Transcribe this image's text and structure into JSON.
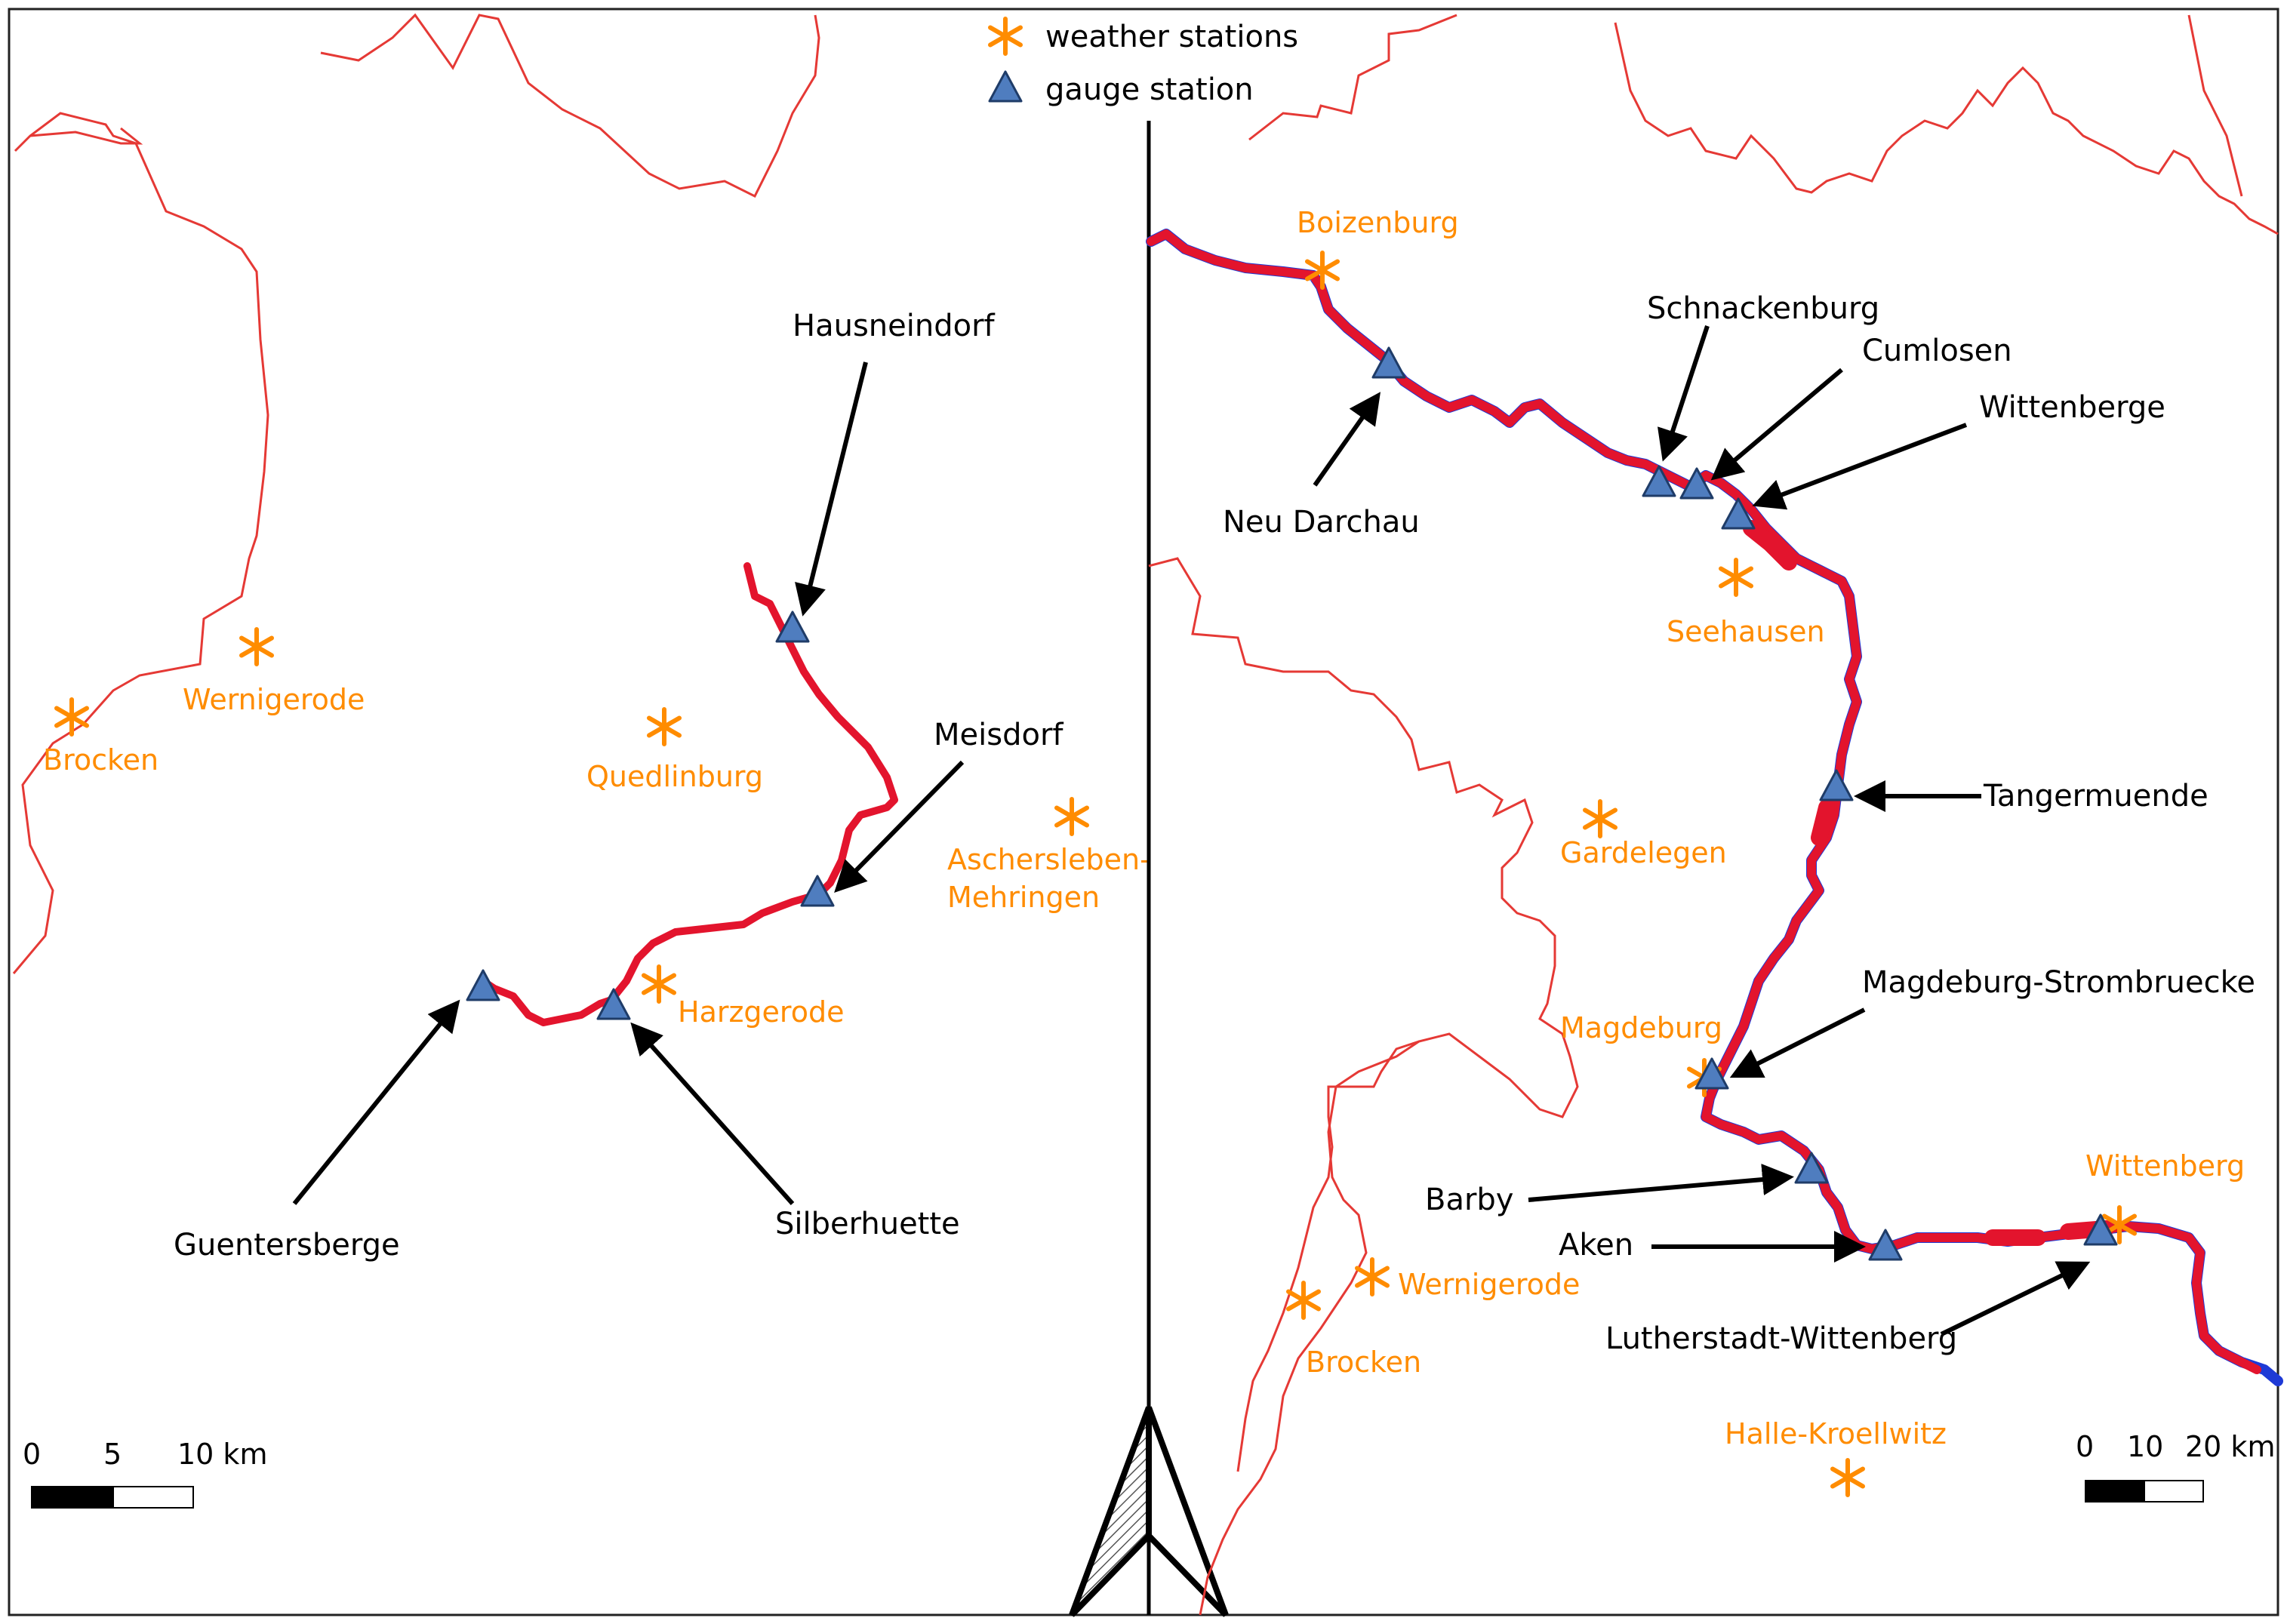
{
  "legend": {
    "weather_label": "weather stations",
    "gauge_label": "gauge station"
  },
  "colors": {
    "border": "#e53935",
    "river": "#e3142d",
    "river_outline": "#1e3ad6",
    "weather": "#ff8c00",
    "gauge_fill": "#4f7dbf",
    "gauge_stroke": "#1f3c68"
  },
  "icons": {
    "weather": "asterisk-icon",
    "gauge": "triangle-icon",
    "north": "north-arrow-icon"
  },
  "left_panel": {
    "weather_stations": [
      "Brocken",
      "Wernigerode",
      "Quedlinburg",
      "Aschersleben-",
      "Mehringen",
      "Harzgerode"
    ],
    "gauge_stations": [
      "Hausneindorf",
      "Meisdorf",
      "Guentersberge",
      "Silberhuette"
    ],
    "scale": {
      "t0": "0",
      "t1": "5",
      "t2": "10 km"
    }
  },
  "right_panel": {
    "weather_stations": [
      "Boizenburg",
      "Seehausen",
      "Gardelegen",
      "Magdeburg",
      "Wittenberg",
      "Wernigerode",
      "Brocken",
      "Halle-Kroellwitz"
    ],
    "gauge_stations": [
      "Schnackenburg",
      "Cumlosen",
      "Wittenberge",
      "Neu Darchau",
      "Tangermuende",
      "Magdeburg-Strombruecke",
      "Barby",
      "Aken",
      "Lutherstadt-Wittenberg"
    ],
    "scale": {
      "t0": "0",
      "t1": "10",
      "t2": "20 km"
    }
  }
}
